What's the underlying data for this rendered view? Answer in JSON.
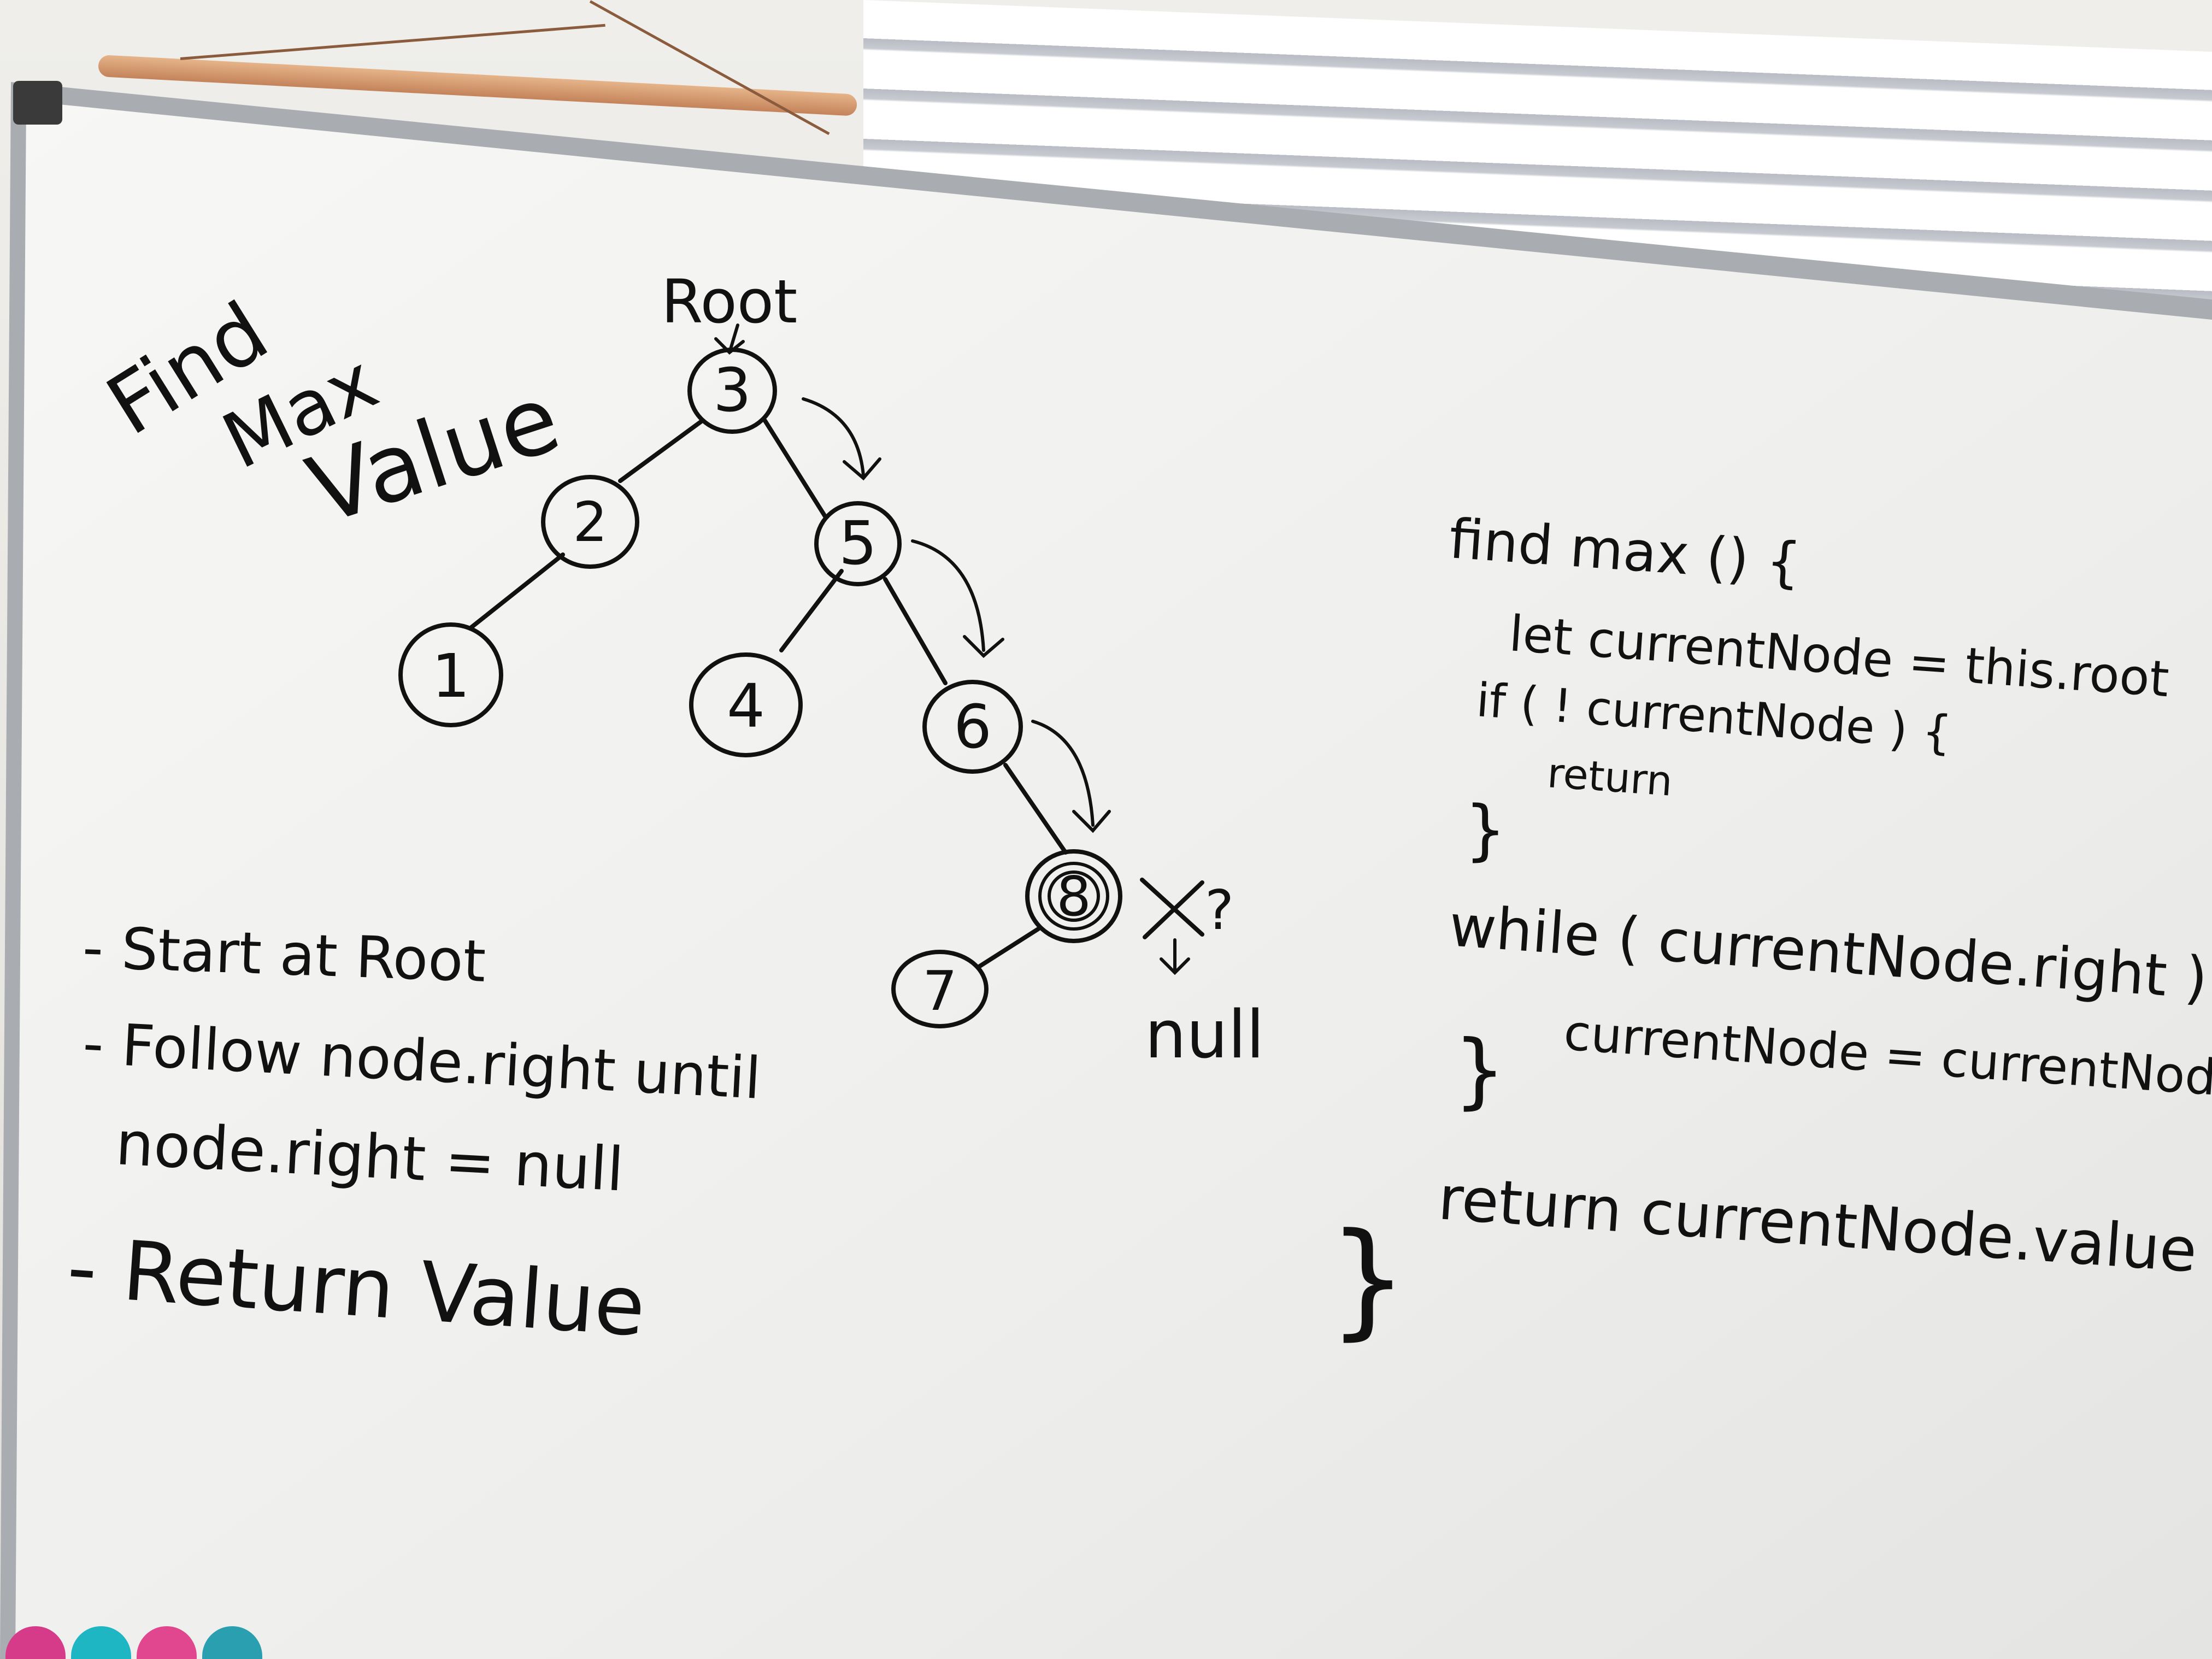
{
  "title": [
    "Find",
    "Max",
    "Value"
  ],
  "root_label": "Root",
  "tree": {
    "nodes": [
      "3",
      "2",
      "5",
      "1",
      "4",
      "6",
      "8",
      "7"
    ],
    "null_label": "null",
    "question_mark": "?"
  },
  "steps": [
    "- Start at Root",
    "- Follow node.right until",
    "node.right = null",
    "- Return Value"
  ],
  "code": [
    "find max () {",
    "let currentNode = this.root",
    "if ( ! currentNode ) {",
    "return",
    "}",
    "while ( currentNode.right ) {",
    "currentNode = currentNode.right",
    "}",
    "return currentNode.value",
    "}"
  ],
  "colors": {
    "ink": "#111111",
    "board": "#f4f4f2",
    "frame": "#a9acb0"
  }
}
